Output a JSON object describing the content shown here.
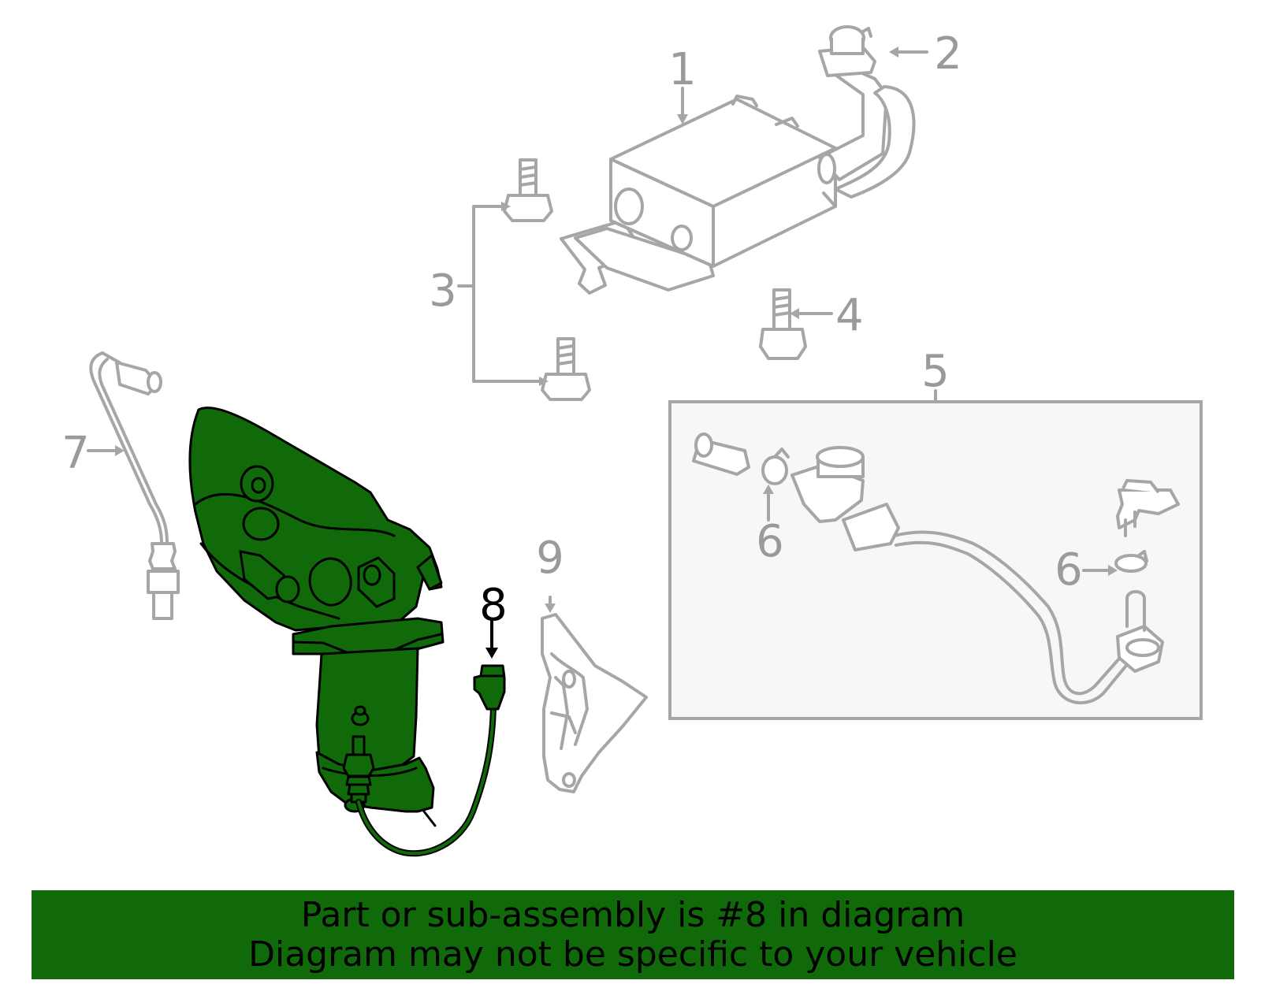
{
  "diagram": {
    "callouts": {
      "c1": "1",
      "c2": "2",
      "c3": "3",
      "c4": "4",
      "c5": "5",
      "c6a": "6",
      "c6b": "6",
      "c7": "7",
      "c8": "8",
      "c9": "9"
    },
    "highlight_color": "#116a0a"
  },
  "banner": {
    "line1": "Part or sub-assembly is #8 in diagram",
    "line2": "Diagram may not be specific to your vehicle"
  }
}
